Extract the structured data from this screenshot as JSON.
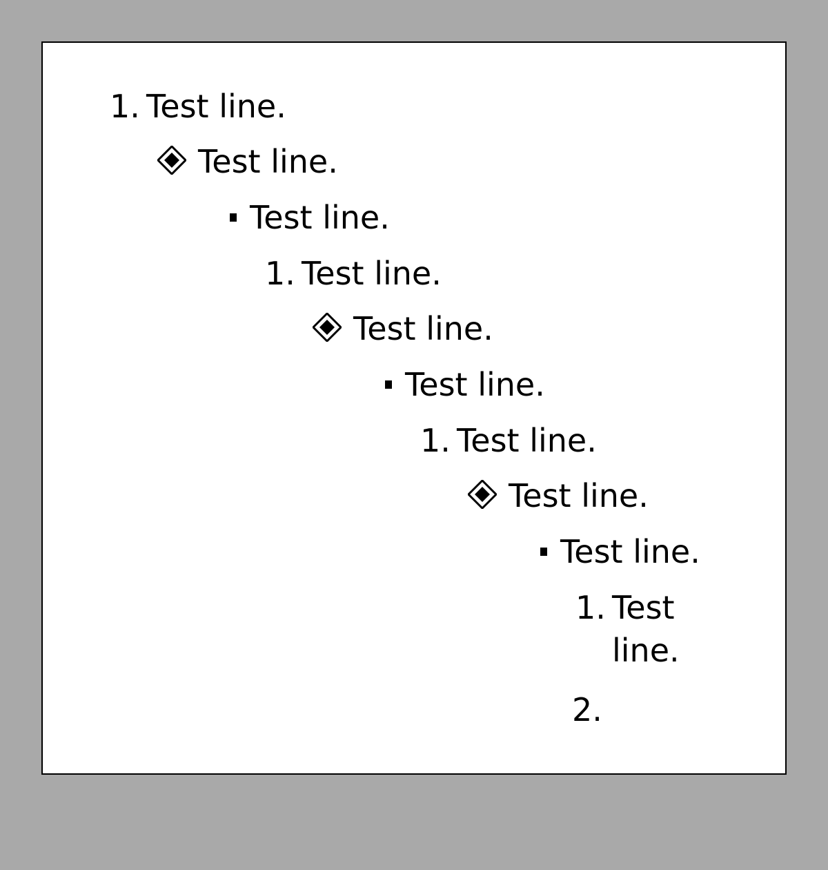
{
  "list": {
    "items": [
      {
        "marker": "1.",
        "text": "Test line."
      },
      {
        "marker_icon": "diamond-icon",
        "text": "Test line."
      },
      {
        "marker_icon": "square-bullet-icon",
        "text": "Test line."
      },
      {
        "marker": "1.",
        "text": "Test line."
      },
      {
        "marker_icon": "diamond-icon",
        "text": "Test line."
      },
      {
        "marker_icon": "square-bullet-icon",
        "text": "Test line."
      },
      {
        "marker": "1.",
        "text": "Test line."
      },
      {
        "marker_icon": "diamond-icon",
        "text": "Test line."
      },
      {
        "marker_icon": "square-bullet-icon",
        "text": "Test line."
      },
      {
        "marker": "1.",
        "text_line1": "Test",
        "text_line2": "line."
      },
      {
        "marker": "2.",
        "text": ""
      }
    ]
  },
  "colors": {
    "background": "#a9a9a9",
    "page": "#ffffff",
    "text": "#000000"
  }
}
